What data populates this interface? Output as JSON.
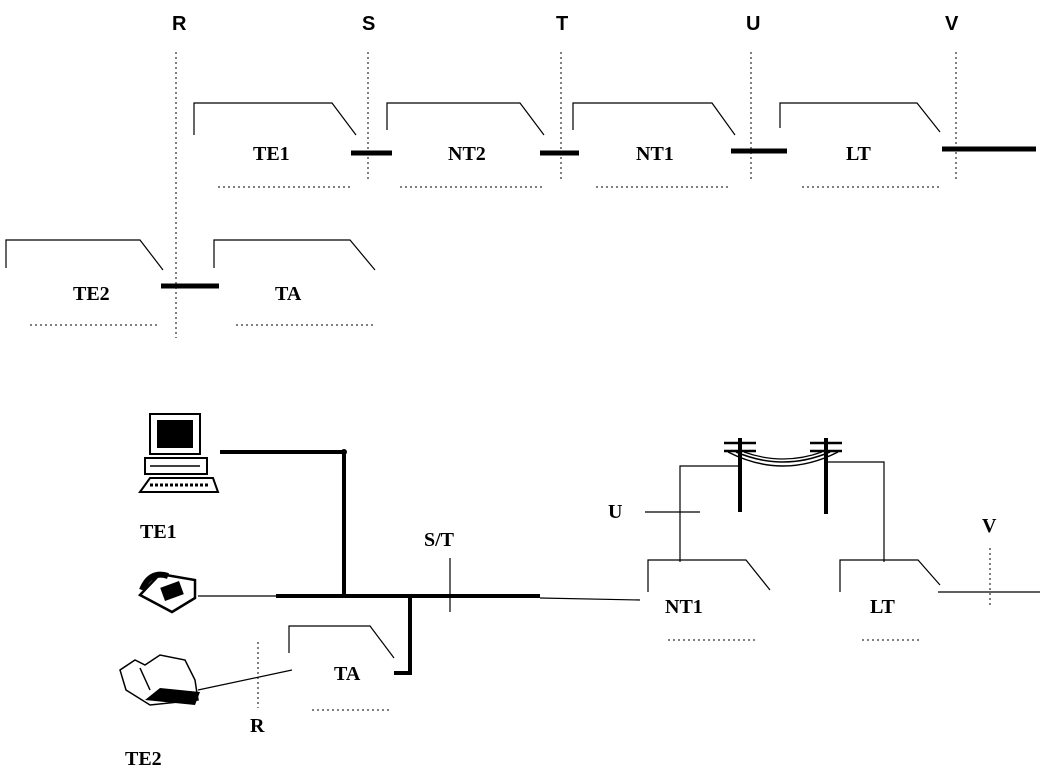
{
  "reference_points": {
    "R": "R",
    "S": "S",
    "T": "T",
    "U": "U",
    "V": "V"
  },
  "top_diagram": {
    "boxes": {
      "te1": "TE1",
      "nt2": "NT2",
      "nt1": "NT1",
      "lt": "LT",
      "te2": "TE2",
      "ta": "TA"
    }
  },
  "bottom_diagram": {
    "labels": {
      "te1": "TE1",
      "te2": "TE2",
      "ta": "TA",
      "nt1": "NT1",
      "lt": "LT",
      "st": "S/T",
      "u": "U",
      "v": "V",
      "r": "R"
    },
    "icons": [
      "computer-icon",
      "telephone-icon",
      "printer-icon",
      "utility-pole-icon"
    ]
  }
}
